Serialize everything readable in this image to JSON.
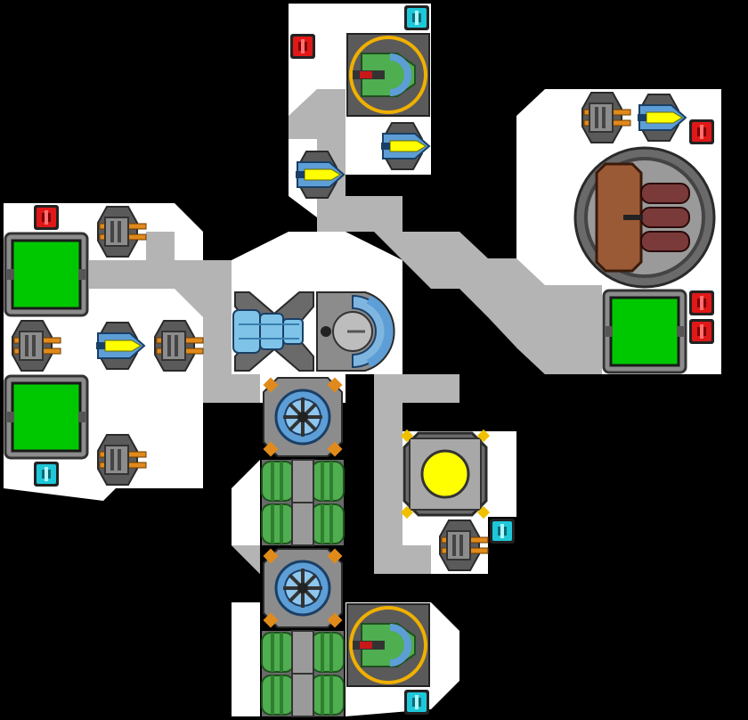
{
  "editor": {
    "name": "ship-layout-editor",
    "background_color": "#000000",
    "floor_color": "#ffffff",
    "corridor_color": "#b4b4b4",
    "wall_color": "#c8c8c8"
  },
  "palette": {
    "orange_turret": "#e08a1c",
    "blue_turret": "#5d9ed6",
    "yellow_core": "#ffff00",
    "green_pad": "#00c800",
    "red_indicator": "#e01818",
    "cyan_indicator": "#1ec8d8",
    "metal_dark": "#4a4a4a",
    "metal_light": "#8c8c8c",
    "engine_blue": "#7fc4e8",
    "tank_green": "#4fae4f",
    "cargo_brown": "#9a5a36"
  },
  "components": [
    {
      "kind": "red-node",
      "icon": "red-node-icon"
    },
    {
      "kind": "cyan-node",
      "icon": "cyan-node-icon"
    },
    {
      "kind": "green-cannon",
      "icon": "green-cannon-icon"
    },
    {
      "kind": "blue-turret",
      "icon": "blue-turret-icon"
    },
    {
      "kind": "orange-turret",
      "icon": "orange-turret-icon"
    },
    {
      "kind": "green-pad",
      "icon": "green-pad-icon"
    },
    {
      "kind": "reactor-core",
      "icon": "reactor-core-icon"
    },
    {
      "kind": "engine",
      "icon": "engine-icon"
    },
    {
      "kind": "cockpit",
      "icon": "cockpit-icon"
    },
    {
      "kind": "shield-generator",
      "icon": "shield-generator-icon"
    },
    {
      "kind": "fuel-tank",
      "icon": "fuel-tank-icon"
    },
    {
      "kind": "cargo-bay",
      "icon": "cargo-bay-icon"
    }
  ]
}
